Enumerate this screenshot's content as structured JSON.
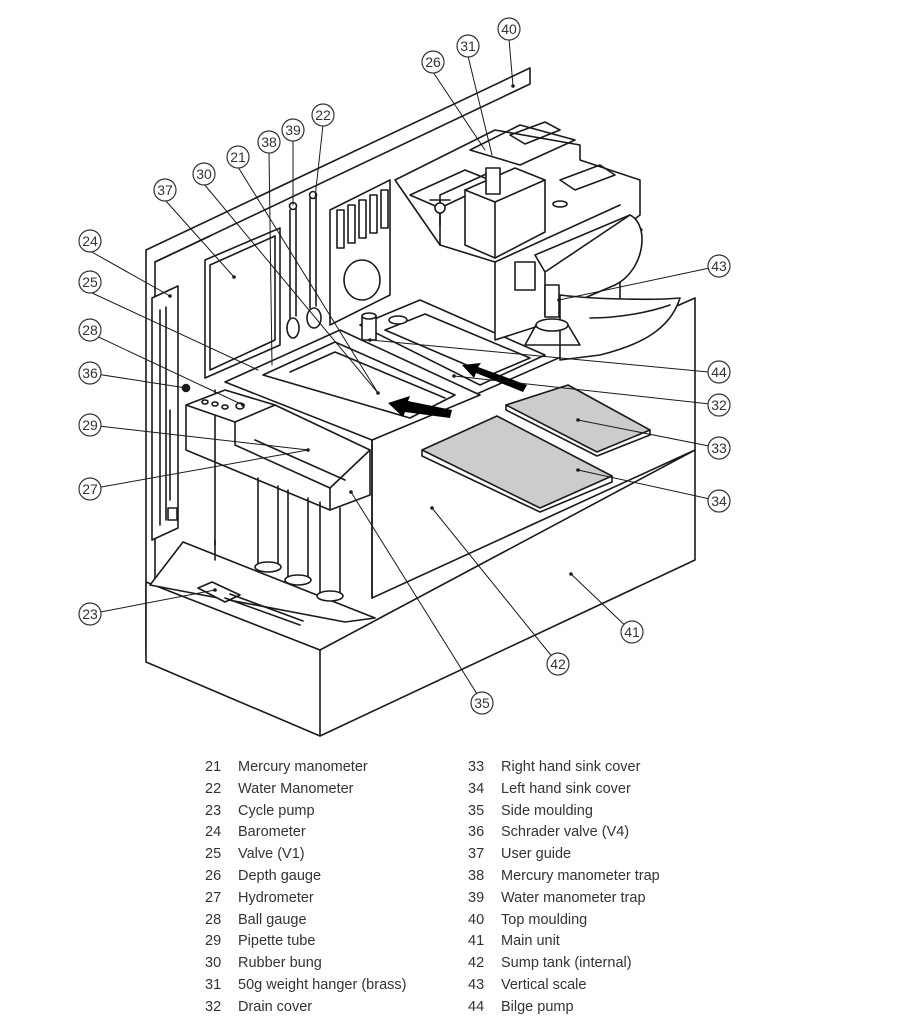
{
  "callouts": [
    "21",
    "22",
    "23",
    "24",
    "25",
    "26",
    "27",
    "28",
    "29",
    "30",
    "31",
    "32",
    "33",
    "34",
    "35",
    "36",
    "37",
    "38",
    "39",
    "40",
    "41",
    "42",
    "43",
    "44"
  ],
  "legend": {
    "left": [
      {
        "num": "21",
        "label": "Mercury manometer"
      },
      {
        "num": "22",
        "label": "Water Manometer"
      },
      {
        "num": "23",
        "label": "Cycle pump"
      },
      {
        "num": "24",
        "label": "Barometer"
      },
      {
        "num": "25",
        "label": "Valve (V1)"
      },
      {
        "num": "26",
        "label": "Depth gauge"
      },
      {
        "num": "27",
        "label": "Hydrometer"
      },
      {
        "num": "28",
        "label": "Ball gauge"
      },
      {
        "num": "29",
        "label": "Pipette tube"
      },
      {
        "num": "30",
        "label": "Rubber bung"
      },
      {
        "num": "31",
        "label": "50g weight hanger (brass)"
      },
      {
        "num": "32",
        "label": "Drain cover"
      }
    ],
    "right": [
      {
        "num": "33",
        "label": "Right hand sink cover"
      },
      {
        "num": "34",
        "label": "Left hand sink cover"
      },
      {
        "num": "35",
        "label": "Side moulding"
      },
      {
        "num": "36",
        "label": "Schrader valve (V4)"
      },
      {
        "num": "37",
        "label": "User guide"
      },
      {
        "num": "38",
        "label": "Mercury manometer trap"
      },
      {
        "num": "39",
        "label": "Water manometer trap"
      },
      {
        "num": "40",
        "label": "Top moulding"
      },
      {
        "num": "41",
        "label": "Main unit"
      },
      {
        "num": "42",
        "label": "Sump tank (internal)"
      },
      {
        "num": "43",
        "label": "Vertical scale"
      },
      {
        "num": "44",
        "label": "Bilge pump"
      }
    ]
  }
}
